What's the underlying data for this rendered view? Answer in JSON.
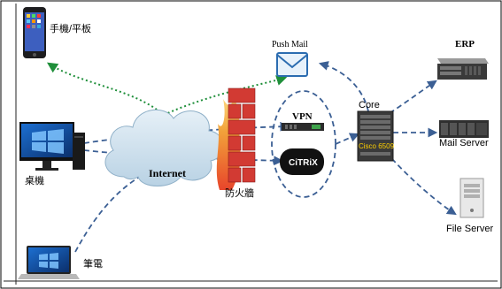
{
  "labels": {
    "phone": "手機/平板",
    "desktop": "桌機",
    "laptop": "筆電",
    "internet": "Internet",
    "firewall": "防火牆",
    "push_mail": "Push Mail",
    "vpn": "VPN",
    "citrix": "CiTRiX",
    "core": "Core",
    "core_device": "Cisco 6509",
    "erp": "ERP",
    "mail_server": "Mail Server",
    "file_server": "File Server"
  },
  "colors": {
    "dashed_link": "#3b5f94",
    "green_link": "#1f8f3a",
    "cloud": "#c8dcea",
    "firewall_brick": "#d23a33",
    "flame": "#f2a23a"
  }
}
